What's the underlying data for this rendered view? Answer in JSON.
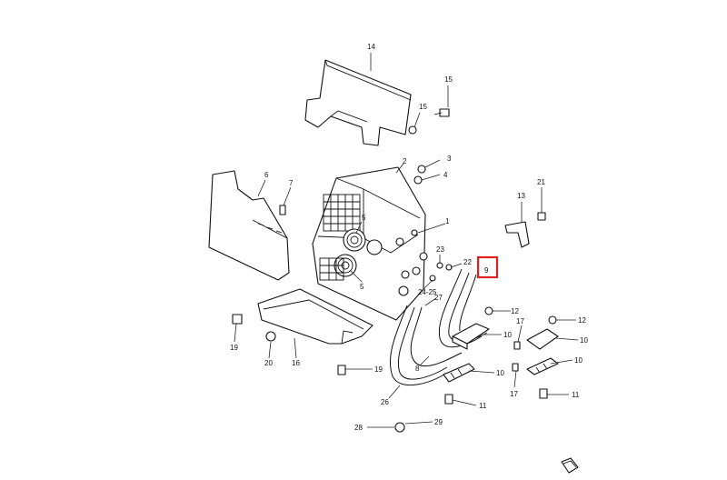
{
  "diagram": {
    "highlight_color": "#e02020",
    "callouts": {
      "c14": "14",
      "c15a": "15",
      "c15b": "15",
      "c3": "3",
      "c2": "2",
      "c4": "4",
      "c6": "6",
      "c7": "7",
      "c5a": "5",
      "c5b": "5",
      "c1": "1",
      "c13": "13",
      "c21": "21",
      "c23": "23",
      "c22": "22",
      "c9": "9",
      "c2425": "24-25",
      "c27": "27",
      "c12a": "12",
      "c12b": "12",
      "c17a": "17",
      "c17b": "17",
      "c10a": "10",
      "c10b": "10",
      "c10c": "10",
      "c10d": "10",
      "c19a": "19",
      "c19b": "19",
      "c20": "20",
      "c16": "16",
      "c8": "8",
      "c11a": "11",
      "c11b": "11",
      "c26": "26",
      "c28": "28",
      "c29": "29"
    }
  }
}
